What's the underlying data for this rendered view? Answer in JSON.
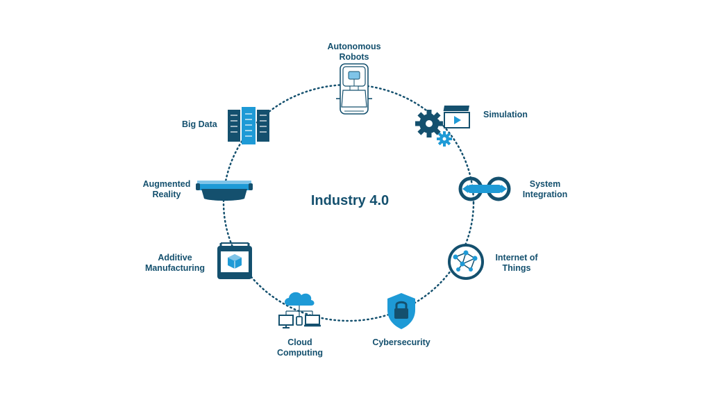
{
  "center": {
    "title": "Industry 4.0"
  },
  "nodes": {
    "autonomous_robots": {
      "lines": [
        "Autonomous",
        "Robots"
      ],
      "icon": "robot-vehicle-icon"
    },
    "simulation": {
      "lines": [
        "Simulation"
      ],
      "icon": "gears-clapperboard-icon"
    },
    "system_integration": {
      "lines": [
        "System",
        "Integration"
      ],
      "icon": "linked-rings-icon"
    },
    "internet_of_things": {
      "lines": [
        "Internet of",
        "Things"
      ],
      "icon": "network-globe-icon"
    },
    "cybersecurity": {
      "lines": [
        "Cybersecurity"
      ],
      "icon": "padlock-shield-icon"
    },
    "cloud_computing": {
      "lines": [
        "Cloud",
        "Computing"
      ],
      "icon": "cloud-devices-icon"
    },
    "additive_manufacturing": {
      "lines": [
        "Additive",
        "Manufacturing"
      ],
      "icon": "3d-printer-icon"
    },
    "augmented_reality": {
      "lines": [
        "Augmented",
        "Reality"
      ],
      "icon": "ar-headset-icon"
    },
    "big_data": {
      "lines": [
        "Big Data"
      ],
      "icon": "server-racks-icon"
    }
  },
  "colors": {
    "primary": "#14506e",
    "accent": "#1e9ad6",
    "light": "#7fc4e8"
  }
}
